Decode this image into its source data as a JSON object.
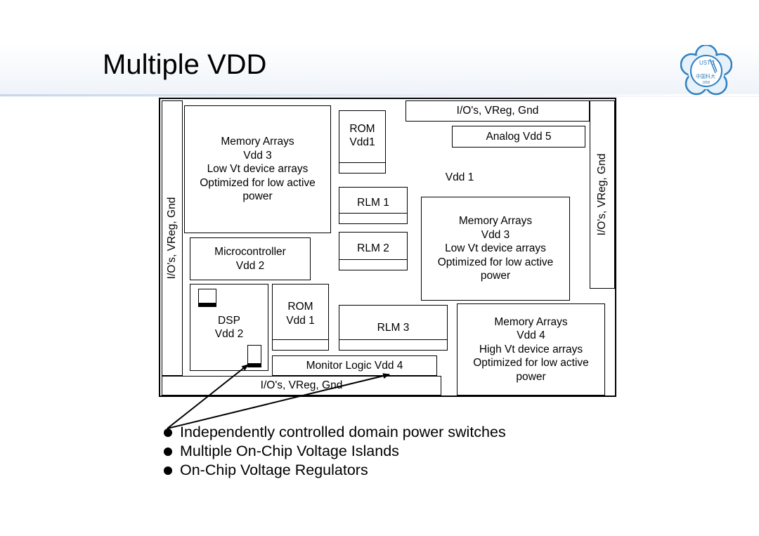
{
  "slide": {
    "title": "Multiple VDD"
  },
  "logo": {
    "text_top": "USTC",
    "text_mid": "中国科大",
    "text_year": "1958",
    "colors": {
      "primary": "#2f7fc1",
      "light": "#e6f1fa"
    }
  },
  "diagram": {
    "blocks": {
      "io_top": "I/O's, VReg, Gnd",
      "io_left": "I/O's, VReg, Gnd",
      "io_right": "I/O's, VReg, Gnd",
      "io_bottom": "I/O's, VReg, Gnd",
      "mem_tl": "Memory Arrays\nVdd 3\nLow Vt device arrays\nOptimized for low active\npower",
      "rom_top": "ROM\nVdd1",
      "analog": "Analog Vdd 5",
      "vdd1_label": "Vdd 1",
      "rlm1": "RLM 1",
      "rlm2": "RLM 2",
      "rlm3": "RLM 3",
      "mem_mid": "Memory Arrays\nVdd 3\nLow Vt device arrays\nOptimized for low active\npower",
      "micro": "Microcontroller\nVdd 2",
      "dsp": "DSP\nVdd 2",
      "rom_bottom": "ROM\nVdd 1",
      "mem_br": "Memory Arrays\nVdd 4\nHigh Vt device arrays\nOptimized for low active\npower",
      "monitor": "Monitor Logic Vdd 4"
    }
  },
  "bullets": [
    "Independently controlled domain power switches",
    "Multiple On-Chip Voltage Islands",
    "On-Chip Voltage Regulators"
  ]
}
